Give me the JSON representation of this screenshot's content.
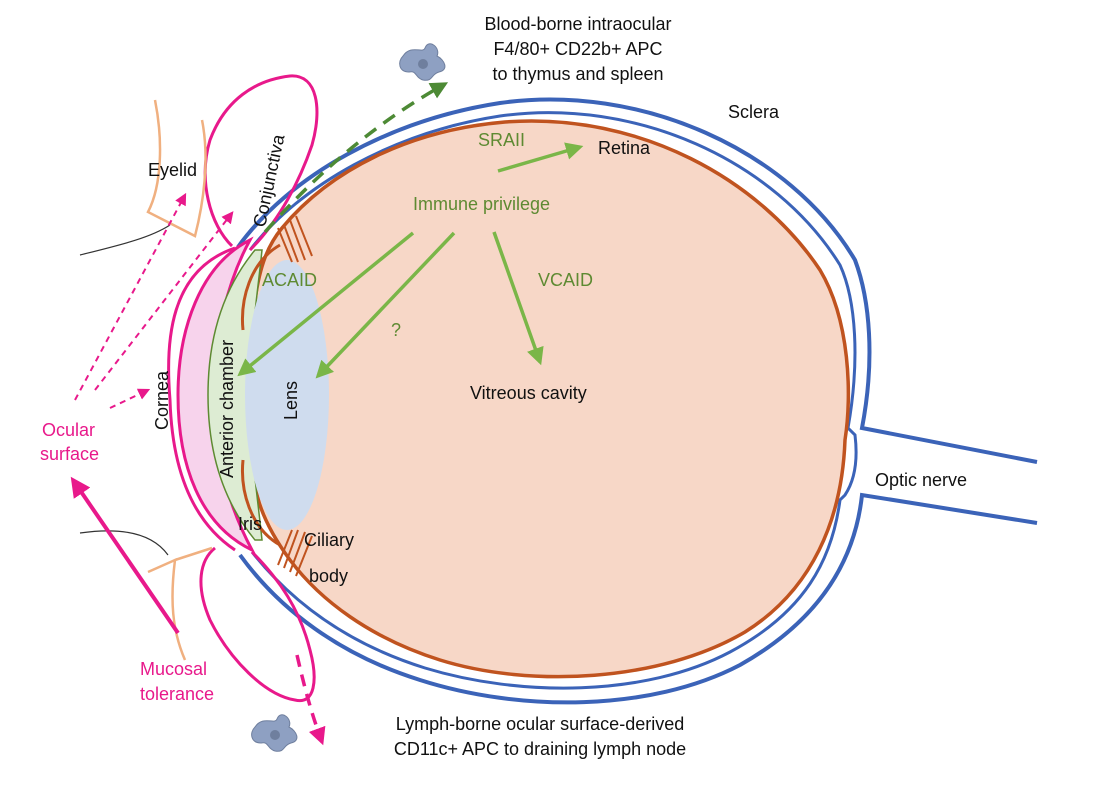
{
  "labels": {
    "blood_route": [
      "Blood-borne intraocular",
      "F4/80+ CD22b+ APC",
      "to thymus and spleen"
    ],
    "sclera": "Sclera",
    "retina": "Retina",
    "sraii": "SRAII",
    "eyelid": "Eyelid",
    "conjunctiva": "Conjunctiva",
    "immune_privilege": "Immune privilege",
    "acaid": "ACAID",
    "vcaid": "VCAID",
    "question": "?",
    "vitreous_cavity": "Vitreous cavity",
    "anterior_chamber": "Anterior chamber",
    "lens": "Lens",
    "cornea": "Cornea",
    "ocular_surface": [
      "Ocular",
      "surface"
    ],
    "optic_nerve": "Optic nerve",
    "iris": "Iris",
    "ciliary_body": [
      "Ciliary",
      "body"
    ],
    "mucosal_tolerance": [
      "Mucosal",
      "tolerance"
    ],
    "lymph_route": [
      "Lymph-borne ocular surface-derived",
      "CD11c+ APC to draining lymph node"
    ]
  },
  "colors": {
    "sclera": "#3b63b8",
    "choroid": "#c0531f",
    "vitreous_fill": "#f7d7c7",
    "lens_fill": "#cfdcee",
    "anterior_chamber_fill": "#ddecd3",
    "cornea_fill": "#f7d3ec",
    "pink": "#e8198b",
    "tan": "#f0b080",
    "green_arrow": "#7ab648",
    "dark_green_arrow": "#4d8a35",
    "cell": "#8ea0c2"
  }
}
